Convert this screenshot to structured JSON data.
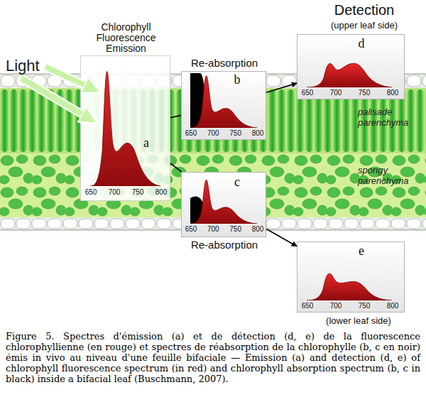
{
  "diagram": {
    "caption": "Figure 5. Spectres d'émission (a) et de détection (d, e) de la fluorescence chlorophyllienne (en rouge) et spectres de réabsorption de la chlorophylle (b, c en noir) émis in vivo au niveau d'une feuille bifaciale — Emission (a) and detection (d, e) of chlorophyll fluorescence spectrum (in red) and chlorophyll absorption spectrum (b, c in black) inside a bifacial leaf (Buschmann, 2007).",
    "nodes": [
      {
        "text": [
          "Chlorophyll Fluorescence Emission",
          "a",
          "650",
          "700",
          "750",
          "800"
        ]
      },
      {
        "text": [
          "Re-absorption",
          "b",
          "650",
          "700",
          "750",
          "800"
        ]
      },
      {
        "text": [
          "c",
          "650",
          "700",
          "750",
          "800",
          "Re-absorption"
        ]
      },
      {
        "text": [
          "Detection",
          "(upper leaf side)",
          "d",
          "650",
          "700",
          "750",
          "800"
        ]
      },
      {
        "text": [
          "e",
          "650",
          "700",
          "750",
          "800",
          "(lower leaf side)"
        ]
      }
    ],
    "edges": [
      {
        "from": 0,
        "to": 1,
        "arrow": "none"
      },
      {
        "from": 0,
        "to": 2,
        "arrow": "none"
      },
      {
        "from": 1,
        "to": 3,
        "arrow": "to"
      },
      {
        "from": 2,
        "to": 4,
        "arrow": "to"
      }
    ],
    "labels": [
      "Light",
      "palisade parenchyma",
      "spongy parenchyma"
    ]
  }
}
